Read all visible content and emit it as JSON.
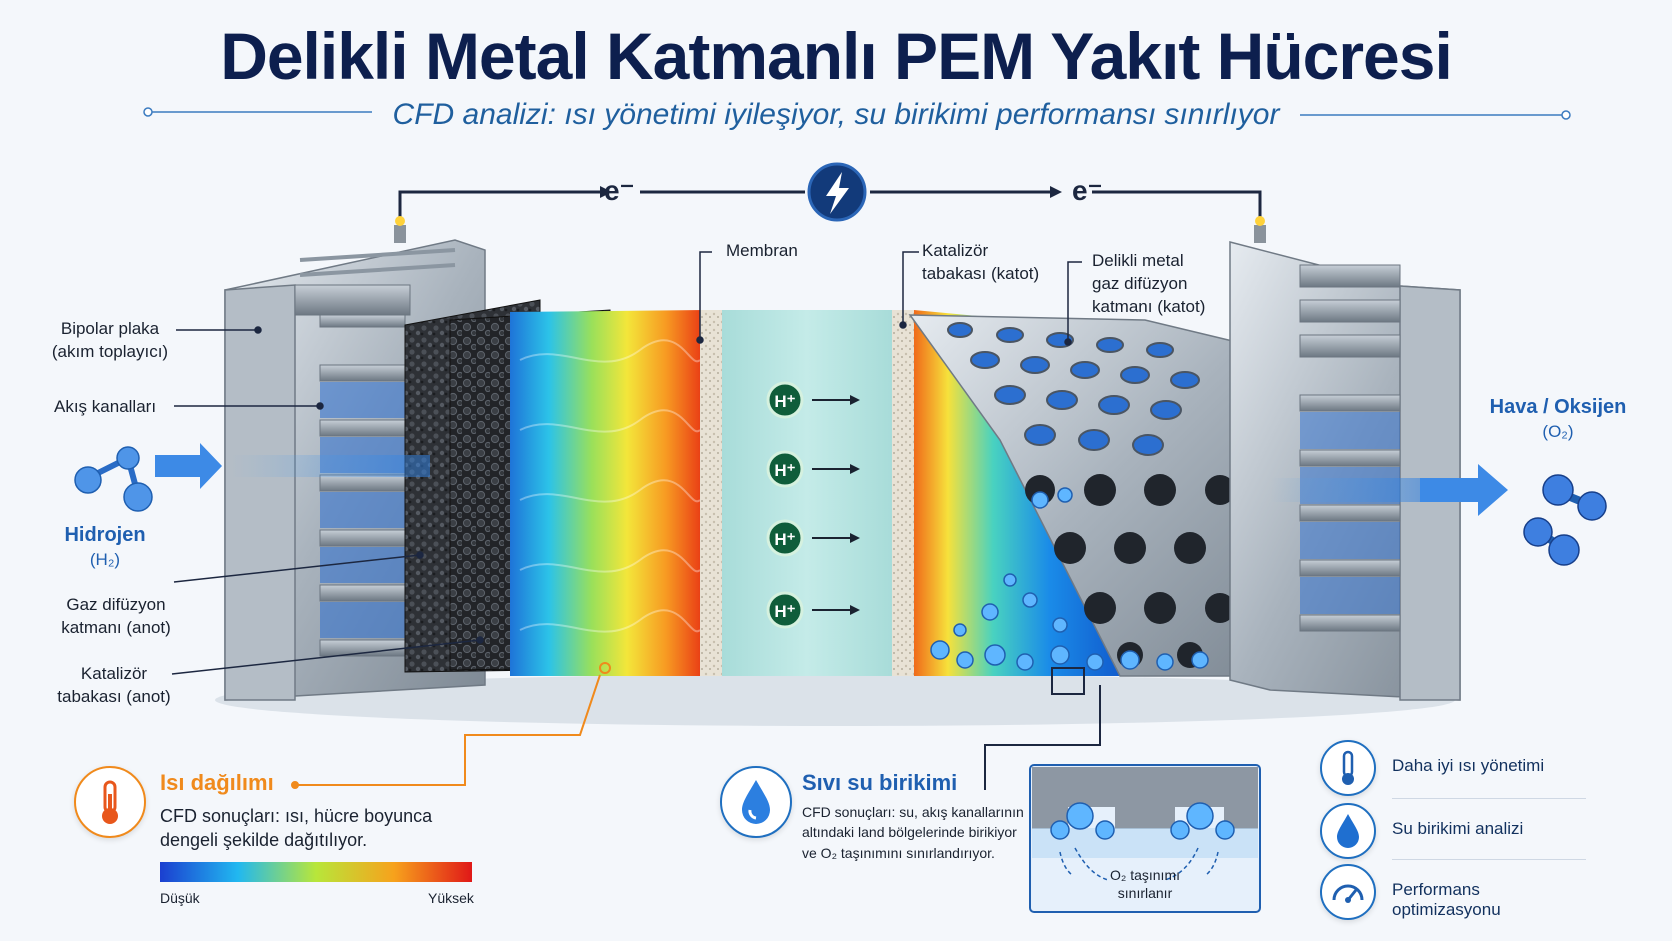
{
  "title": "Delikli Metal Katmanlı PEM Yakıt Hücresi",
  "subtitle": "CFD analizi: ısı yönetimi iyileşiyor, su birikimi performansı sınırlıyor",
  "circuit": {
    "electron_left": "e⁻",
    "electron_right": "e⁻"
  },
  "labels": {
    "bipolar_line1": "Bipolar plaka",
    "bipolar_line2": "(akım toplayıcı)",
    "flow_channels": "Akış kanalları",
    "hydrogen": "Hidrojen",
    "hydrogen_formula": "(H₂)",
    "gdl_anode_line1": "Gaz difüzyon",
    "gdl_anode_line2": "katmanı (anot)",
    "catalyst_anode_line1": "Katalizör",
    "catalyst_anode_line2": "tabakası (anot)",
    "membrane": "Membran",
    "catalyst_cathode_line1": "Katalizör",
    "catalyst_cathode_line2": "tabakası (katot)",
    "perforated_line1": "Delikli metal",
    "perforated_line2": "gaz difüzyon",
    "perforated_line3": "katmanı (katot)",
    "air_oxygen": "Hava / Oksijen",
    "oxygen_formula": "(O₂)",
    "proton": "H⁺"
  },
  "heat": {
    "title": "Isı dağılımı",
    "desc_line1": "CFD sonuçları: ısı, hücre boyunca",
    "desc_line2": "dengeli şekilde dağıtılıyor.",
    "scale_low": "Düşük",
    "scale_high": "Yüksek"
  },
  "water": {
    "title": "Sıvı su birikimi",
    "desc_line1": "CFD sonuçları: su, akış kanallarının",
    "desc_line2": "altındaki land bölgelerinde birikiyor",
    "desc_line3": "ve O₂ taşınımını sınırlandırıyor.",
    "inset_line1": "O₂ taşınımı",
    "inset_line2": "sınırlanır"
  },
  "summary": [
    {
      "label": "Daha iyi ısı yönetimi",
      "icon": "thermometer-icon"
    },
    {
      "label": "Su birikimi analizi",
      "icon": "water-drop-icon"
    },
    {
      "label": "Performans optimizasyonu",
      "icon": "gauge-icon"
    }
  ],
  "colors": {
    "navy": "#0d1f4e",
    "accent_blue": "#1f6fc0",
    "orange": "#f08a1c",
    "green": "#0f5d3a"
  }
}
